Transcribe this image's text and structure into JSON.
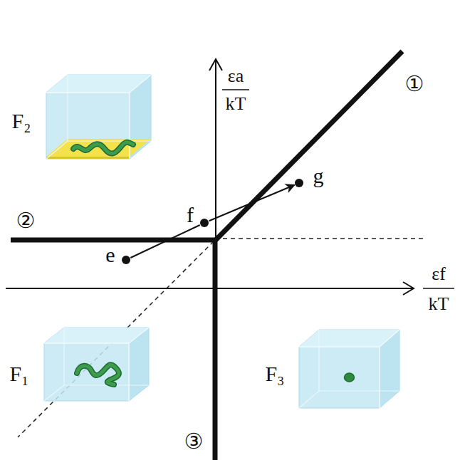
{
  "diagram": {
    "nodes": [
      {
        "text": [
          "F₂"
        ]
      },
      {
        "text": [
          "g"
        ]
      },
      {
        "text": [
          "f"
        ]
      },
      {
        "text": [
          "e"
        ]
      },
      {
        "text": [
          "F₁"
        ]
      },
      {
        "text": [
          "F₃"
        ]
      }
    ],
    "edges": [
      {
        "from": 3,
        "to": 2,
        "arrow": "none"
      },
      {
        "from": 2,
        "to": 1,
        "arrow": "to"
      }
    ],
    "labels": [
      "εa",
      "kT",
      "①",
      "②",
      "εf",
      "kT",
      "③"
    ]
  }
}
